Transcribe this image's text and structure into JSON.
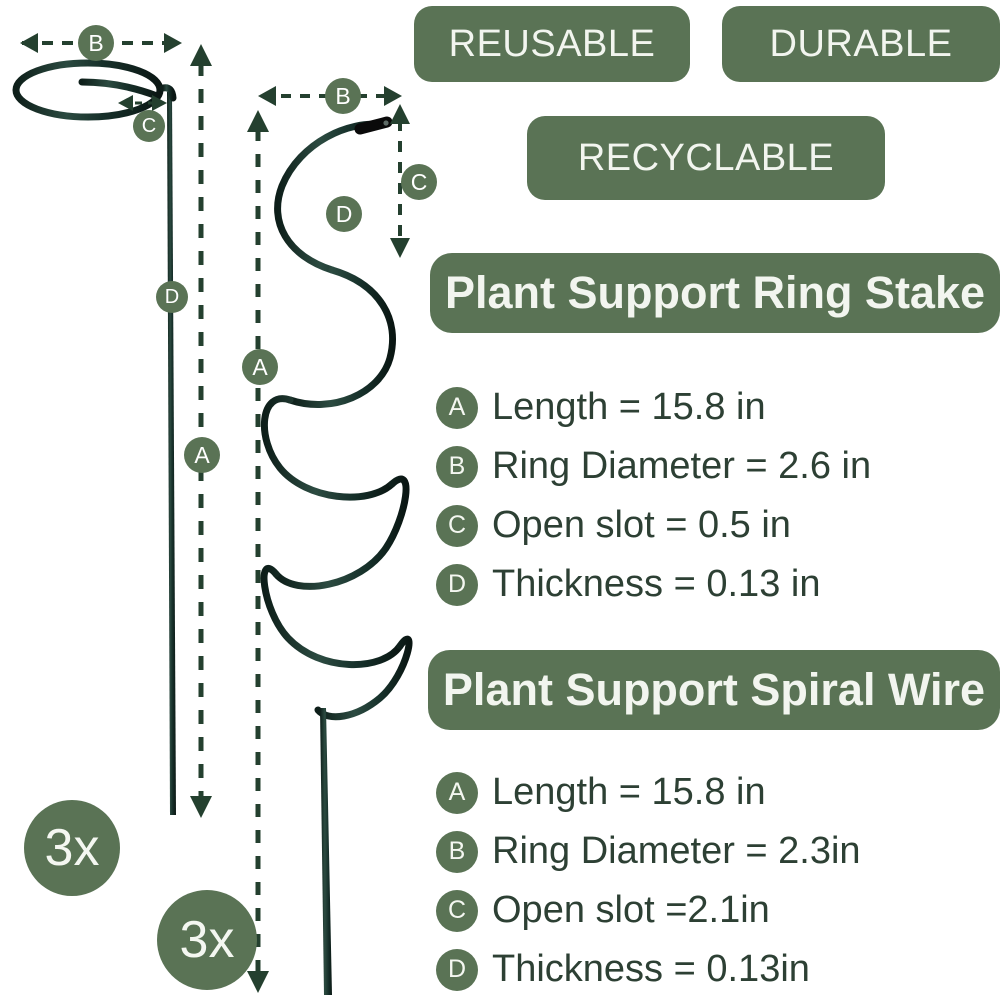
{
  "colors": {
    "brand_green": "#5a7355",
    "text_green": "#2d4034",
    "wire_dark": "#1d3029",
    "background": "#ffffff",
    "pill_text": "#f2f5ef"
  },
  "features": [
    {
      "label": "REUSABLE"
    },
    {
      "label": "DURABLE"
    },
    {
      "label": "RECYCLABLE"
    }
  ],
  "products": [
    {
      "title": "Plant Support Ring Stake",
      "quantity": "3x",
      "specs": [
        {
          "key": "A",
          "text": "Length = 15.8 in"
        },
        {
          "key": "B",
          "text": "Ring Diameter = 2.6 in"
        },
        {
          "key": "C",
          "text": "Open slot = 0.5 in"
        },
        {
          "key": "D",
          "text": "Thickness = 0.13 in"
        }
      ]
    },
    {
      "title": "Plant Support Spiral Wire",
      "quantity": "3x",
      "specs": [
        {
          "key": "A",
          "text": "Length = 15.8 in"
        },
        {
          "key": "B",
          "text": "Ring Diameter = 2.3in"
        },
        {
          "key": "C",
          "text": "Open slot =2.1in"
        },
        {
          "key": "D",
          "text": "Thickness = 0.13in"
        }
      ]
    }
  ],
  "diagram_markers": {
    "ring_stake": {
      "B": "B",
      "C": "C",
      "D": "D",
      "A": "A"
    },
    "spiral_wire": {
      "B": "B",
      "C": "C",
      "D": "D",
      "A": "A"
    }
  }
}
